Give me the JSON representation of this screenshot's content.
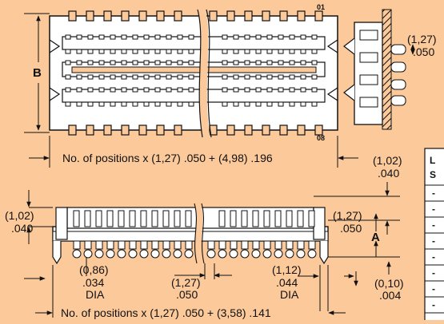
{
  "top_view": {
    "label_01": "01",
    "label_08": "08",
    "label_B": "B",
    "formula": "No. of positions x (1,27) .050 + (4,98) .196"
  },
  "side_view": {
    "pitch_mm": "(1,27)",
    "pitch_in": ".050"
  },
  "front_view": {
    "left_mm": "(1,02)",
    "left_in": ".040",
    "right_top_mm": "(1,02)",
    "right_top_in": ".040",
    "pitch_mm": "(1,27)",
    "pitch_in": ".050",
    "label_A": "A",
    "pin_dia_mm": "(0,86)",
    "pin_dia_in": ".034",
    "pin_dia_label": "DIA",
    "mid_pitch_mm": "(1,27)",
    "mid_pitch_in": ".050",
    "post_dia_mm": "(1,12)",
    "post_dia_in": ".044",
    "post_dia_label": "DIA",
    "standoff_mm": "(0,10)",
    "standoff_in": ".004",
    "formula": "No. of positions x (1,27) .050 + (3,58) .141"
  },
  "table": {
    "header_line1": "L",
    "header_line2": "S",
    "rows": [
      "-",
      "-",
      "-",
      "-",
      "-",
      "-",
      "-",
      "-"
    ]
  }
}
